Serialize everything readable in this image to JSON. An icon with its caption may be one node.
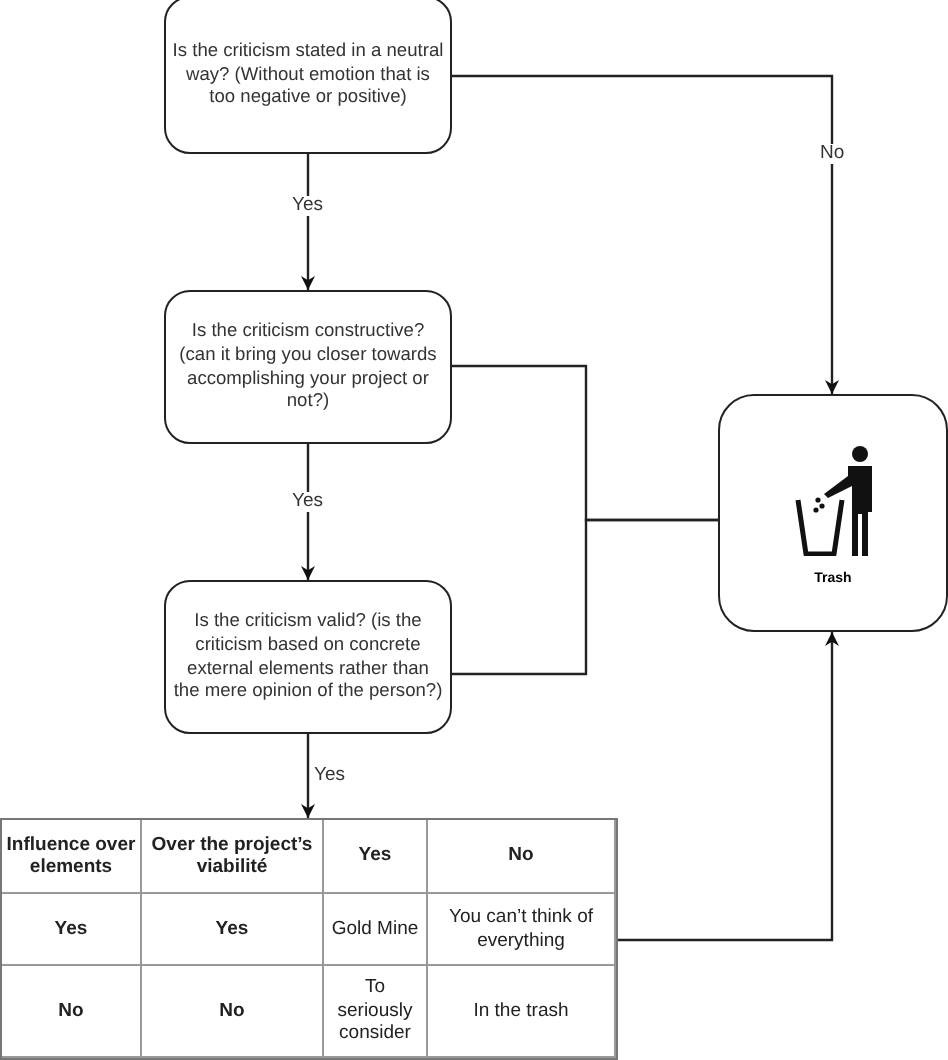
{
  "diagram": {
    "nodes": [
      {
        "text": [
          "Is the criticism stated in a neutral way? (Without emotion that is too negative or positive)"
        ]
      },
      {
        "text": [
          "Is the criticism constructive? (can it bring you closer towards accomplishing your project or not?)"
        ]
      },
      {
        "text": [
          "Is the criticism valid? (is the criticism based on concrete external elements rather than the mere opinion of the person?)"
        ]
      },
      {
        "text": [
          "Trash"
        ]
      },
      {
        "text": [
          "Influence over elements",
          "Over the project’s viabilité",
          "Yes",
          "No",
          "Yes",
          "Yes",
          "Gold Mine",
          "You can’t think of everything",
          "No",
          "No",
          "To seriously consider",
          "In the trash"
        ]
      }
    ],
    "edges": [
      {
        "from": 0,
        "to": 1,
        "arrow": "to",
        "label": "Yes"
      },
      {
        "from": 1,
        "to": 2,
        "arrow": "to",
        "label": "Yes"
      },
      {
        "from": 2,
        "to": 4,
        "arrow": "to",
        "label": "Yes"
      },
      {
        "from": 0,
        "to": 3,
        "arrow": "to",
        "label": "No"
      },
      {
        "from": 1,
        "to": 3,
        "arrow": "none"
      },
      {
        "from": 2,
        "to": 3,
        "arrow": "none"
      },
      {
        "from": 4,
        "to": 3,
        "arrow": "to"
      }
    ]
  }
}
